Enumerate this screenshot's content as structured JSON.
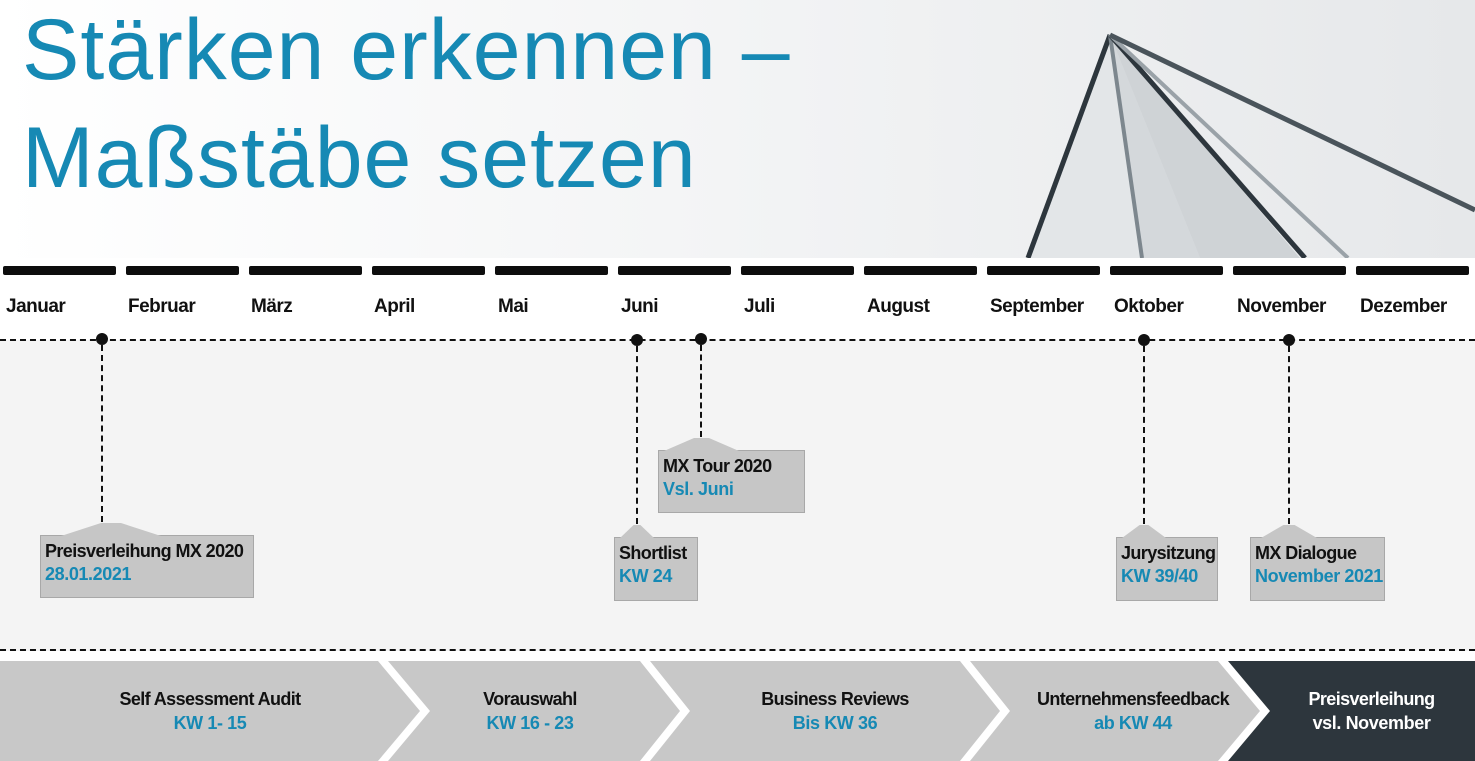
{
  "title": {
    "line1": "Stärken erkennen –",
    "line2": "Maßstäbe setzen"
  },
  "months": [
    "Januar",
    "Februar",
    "März",
    "April",
    "Mai",
    "Juni",
    "Juli",
    "August",
    "September",
    "Oktober",
    "November",
    "Dezember"
  ],
  "events": [
    {
      "title": "Preisverleihung MX 2020",
      "date": "28.01.2021"
    },
    {
      "title": "Shortlist",
      "date": "KW 24"
    },
    {
      "title": "MX Tour 2020",
      "date": "Vsl. Juni"
    },
    {
      "title": "Jurysitzung",
      "date": "KW 39/40"
    },
    {
      "title": "MX Dialogue",
      "date": "November 2021"
    }
  ],
  "phases": [
    {
      "label": "Self Assessment Audit",
      "sub": "KW 1- 15"
    },
    {
      "label": "Vorauswahl",
      "sub": "KW 16 - 23"
    },
    {
      "label": "Business Reviews",
      "sub": "Bis KW 36"
    },
    {
      "label": "Unternehmensfeedback",
      "sub": "ab KW 44"
    },
    {
      "label": "Preisverleihung",
      "sub": "vsl. November"
    }
  ],
  "colors": {
    "accent": "#1689b4",
    "phase_fill": "#c8c8c8",
    "phase_dark": "#2d363d",
    "callout_fill": "#c6c6c6"
  }
}
